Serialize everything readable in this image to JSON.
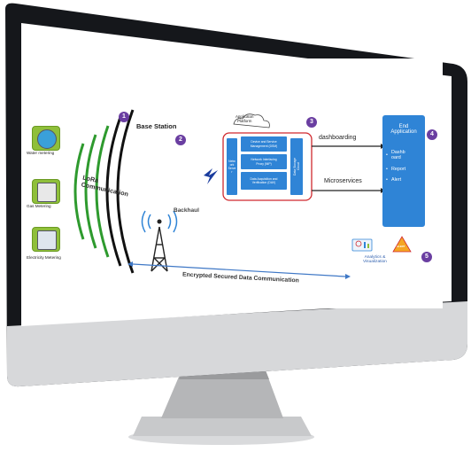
{
  "meters": [
    {
      "label": "Water metering",
      "icon": "water-meter-icon"
    },
    {
      "label": "Gas Metering",
      "icon": "gas-meter-icon"
    },
    {
      "label": "Electricity Metering",
      "icon": "electricity-meter-icon"
    }
  ],
  "lora_label": "LoRa\nCommunication",
  "steps": [
    "1",
    "2",
    "3",
    "4",
    "5"
  ],
  "base_station": "Base Station",
  "backhaul": "Backhaul",
  "app_platform": {
    "title": "Applicaton\nPlatform",
    "network_server": "Netw\nork\nServe\nr",
    "dsm": "Device and Service\nManagement (DSM)",
    "nip": "Network Interfacing\nProxy (NIP)",
    "dav": "Data Acquisition and\nVerification (DAV)",
    "cloud": "Data Storage\nCloud"
  },
  "dashboarding": "dashboarding",
  "microservices": "Microservices",
  "end_app": {
    "title": "End\nApplication",
    "items": [
      "Dashb\noard",
      "Report",
      "Alert"
    ]
  },
  "analytics": "Analytics &\nVisualization",
  "alert_badge": "ALERT",
  "encrypted": "Encrypted Secured Data Communication",
  "colors": {
    "accent_purple": "#6a3ea1",
    "platform_blue": "#2f84d6",
    "meter_green": "#8fbf3a",
    "wave_green": "#2e9a2e",
    "platform_border": "#d0282e",
    "arrow_blue": "#3f78c6"
  }
}
